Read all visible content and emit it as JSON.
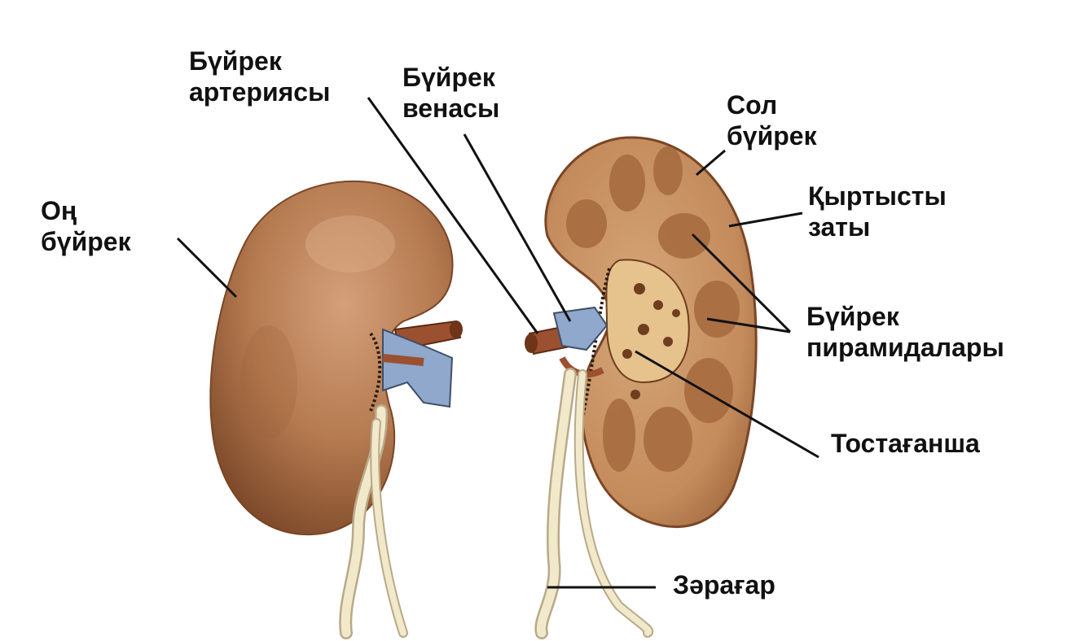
{
  "colors": {
    "background": "#ffffff",
    "kidney_surface": "#b57a50",
    "kidney_section": "#c99363",
    "cortex": "#d9a97a",
    "pyramid": "#9c5f35",
    "vein": "#8fa8cc",
    "artery": "#9b5030",
    "ureter": "#efe6c4",
    "leader": "#111111"
  },
  "labels": {
    "artery": [
      "Бүйрек",
      "артериясы"
    ],
    "vein": [
      "Бүйрек",
      "венасы"
    ],
    "left_kidney": [
      "Сол",
      "бүйрек"
    ],
    "right_kidney": [
      "Оң",
      "бүйрек"
    ],
    "cortex": [
      "Қыртысты",
      "заты"
    ],
    "pyramids": [
      "Бүйрек",
      "пирамидалары"
    ],
    "calyx": [
      "Тостағанша"
    ],
    "ureter": [
      "Зәрағар"
    ]
  }
}
